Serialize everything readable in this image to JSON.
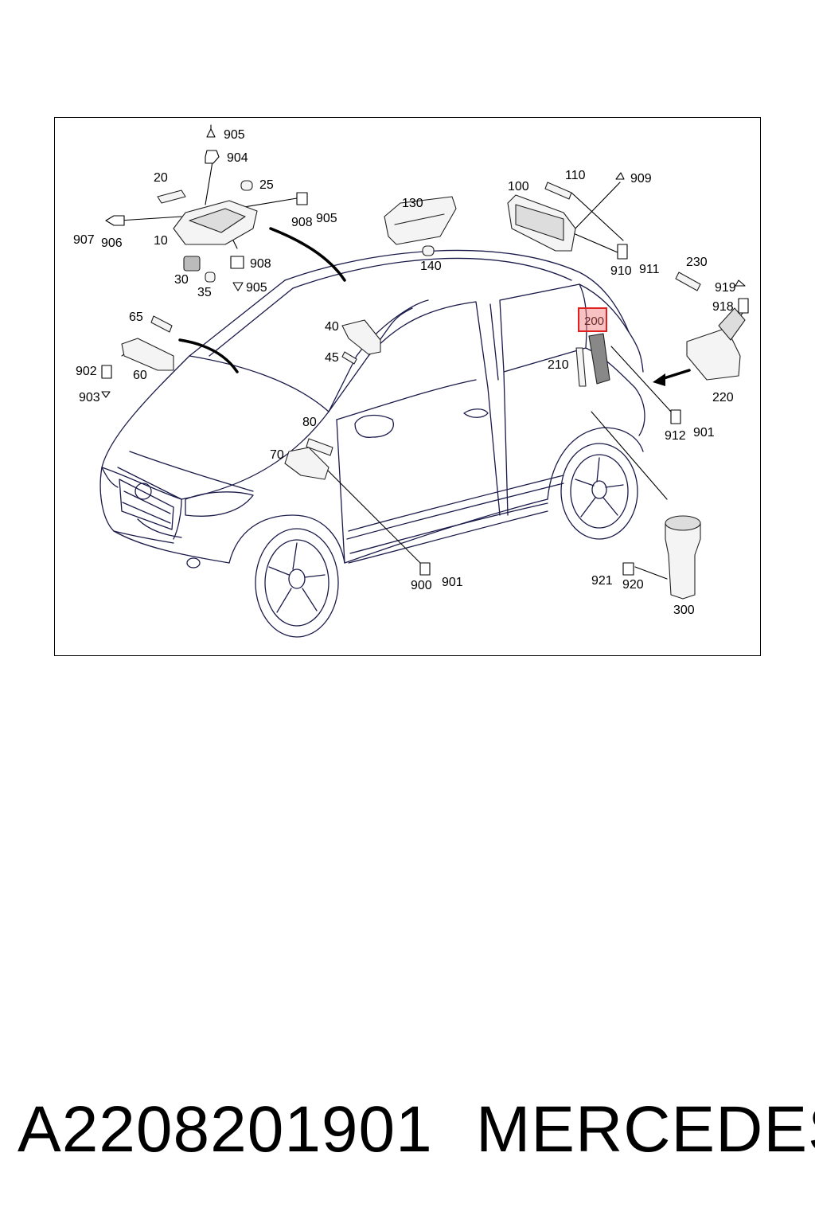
{
  "diagram": {
    "highlighted_part": "200",
    "labels": {
      "l905a": "905",
      "l904": "904",
      "l20": "20",
      "l25": "25",
      "l907": "907",
      "l906": "906",
      "l10": "10",
      "l908a": "908",
      "l905b": "905",
      "l908b": "908",
      "l30": "30",
      "l35": "35",
      "l905c": "905",
      "l130": "130",
      "l140": "140",
      "l100": "100",
      "l110": "110",
      "l909": "909",
      "l910": "910",
      "l911": "911",
      "l230": "230",
      "l919": "919",
      "l918": "918",
      "l220": "220",
      "l65": "65",
      "l902": "902",
      "l60": "60",
      "l903": "903",
      "l40": "40",
      "l45": "45",
      "l210": "210",
      "l912": "912",
      "l901a": "901",
      "l80": "80",
      "l70": "70",
      "l900": "900",
      "l901b": "901",
      "l921": "921",
      "l920": "920",
      "l300": "300",
      "l200": "200"
    }
  },
  "footer": {
    "part_number": "A2208201901",
    "brand": "MERCEDES"
  },
  "colors": {
    "line": "#1a1a4a",
    "highlight_border": "#e02020",
    "highlight_fill": "#f07878"
  }
}
